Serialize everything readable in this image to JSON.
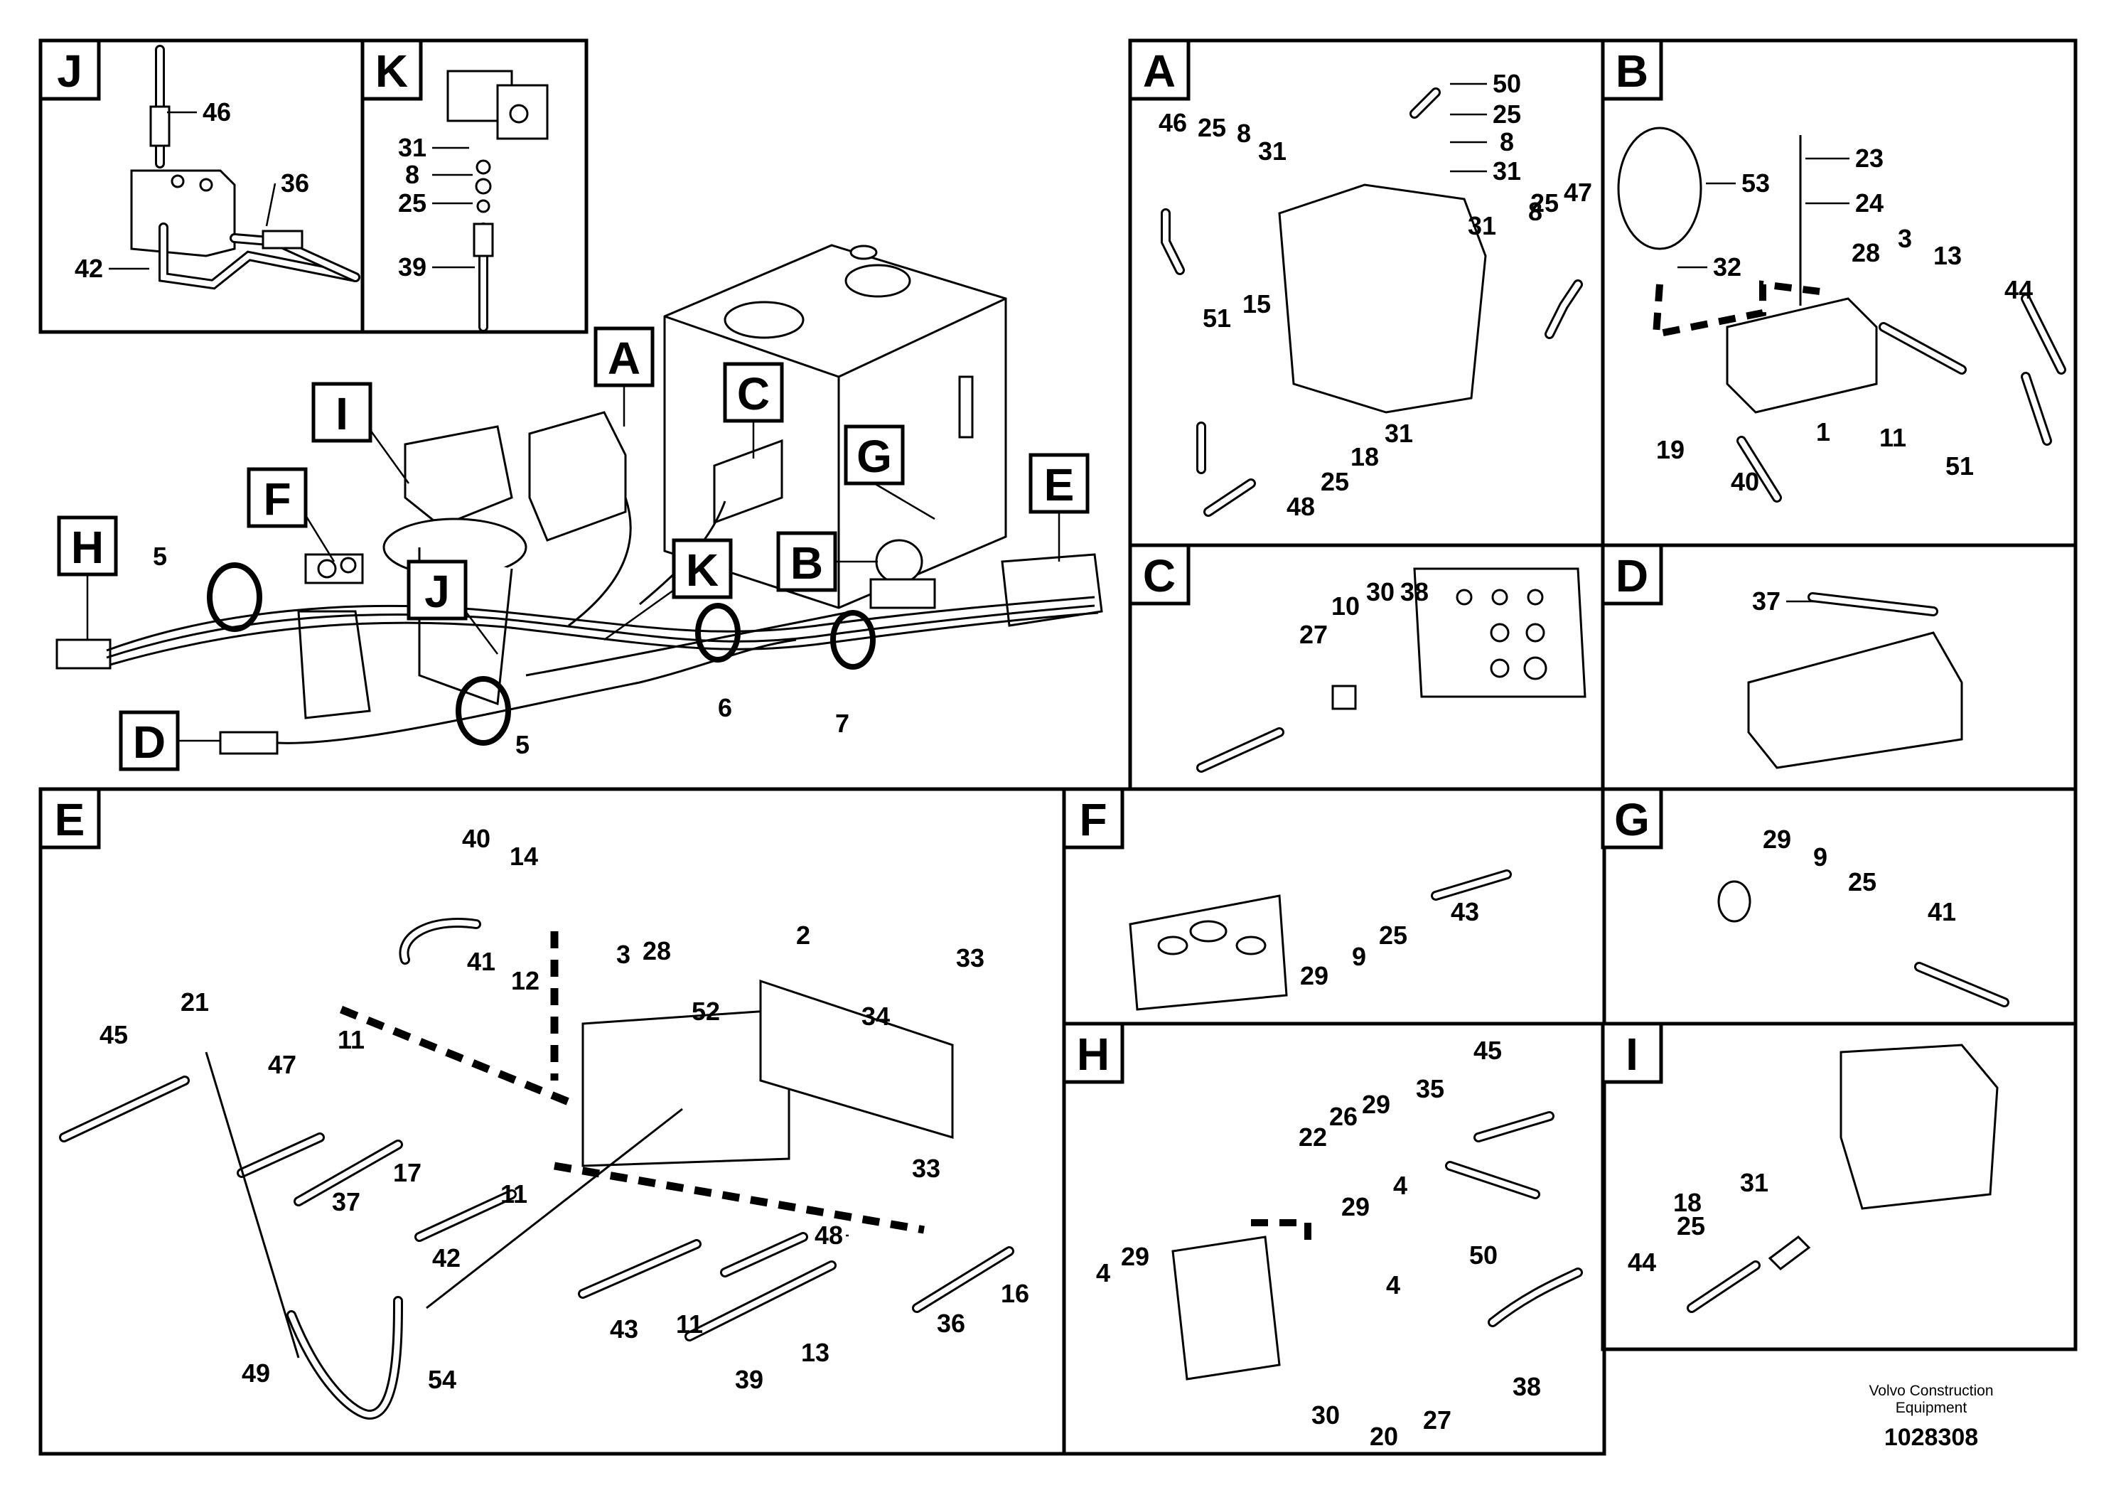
{
  "panels": {
    "J": {
      "letter": "J",
      "labels": [
        "46",
        "36",
        "42"
      ]
    },
    "K": {
      "letter": "K",
      "labels": [
        "31",
        "8",
        "25",
        "39"
      ]
    },
    "A": {
      "letter": "A",
      "labels": [
        "50",
        "25",
        "8",
        "31",
        "46",
        "25",
        "8",
        "31",
        "31",
        "8",
        "25",
        "47",
        "15",
        "51",
        "31",
        "18",
        "25",
        "48"
      ]
    },
    "B": {
      "letter": "B",
      "labels": [
        "23",
        "53",
        "24",
        "28",
        "3",
        "13",
        "44",
        "32",
        "1",
        "11",
        "19",
        "40",
        "51"
      ]
    },
    "C": {
      "letter": "C",
      "labels": [
        "27",
        "10",
        "30",
        "38"
      ]
    },
    "D": {
      "letter": "D",
      "labels": [
        "37"
      ]
    },
    "E": {
      "letter": "E",
      "labels": [
        "40",
        "14",
        "3",
        "28",
        "2",
        "33",
        "41",
        "12",
        "52",
        "34",
        "45",
        "21",
        "11",
        "47",
        "17",
        "37",
        "42",
        "11",
        "33",
        "48",
        "43",
        "11",
        "13",
        "36",
        "16",
        "49",
        "54",
        "39"
      ]
    },
    "F": {
      "letter": "F",
      "labels": [
        "43",
        "29",
        "9",
        "25"
      ]
    },
    "G": {
      "letter": "G",
      "labels": [
        "29",
        "9",
        "25",
        "41"
      ]
    },
    "H": {
      "letter": "H",
      "labels": [
        "45",
        "35",
        "22",
        "26",
        "29",
        "4",
        "29",
        "50",
        "4",
        "29",
        "4",
        "30",
        "20",
        "27",
        "38"
      ]
    },
    "I": {
      "letter": "I",
      "labels": [
        "31",
        "18",
        "25",
        "44"
      ]
    }
  },
  "overview": {
    "callouts": [
      "A",
      "C",
      "I",
      "G",
      "E",
      "F",
      "B",
      "H",
      "J",
      "K",
      "D"
    ],
    "labels": [
      "5",
      "6",
      "7",
      "5"
    ]
  },
  "footer": {
    "company_line1": "Volvo Construction",
    "company_line2": "Equipment",
    "drawing_number": "1028308"
  }
}
